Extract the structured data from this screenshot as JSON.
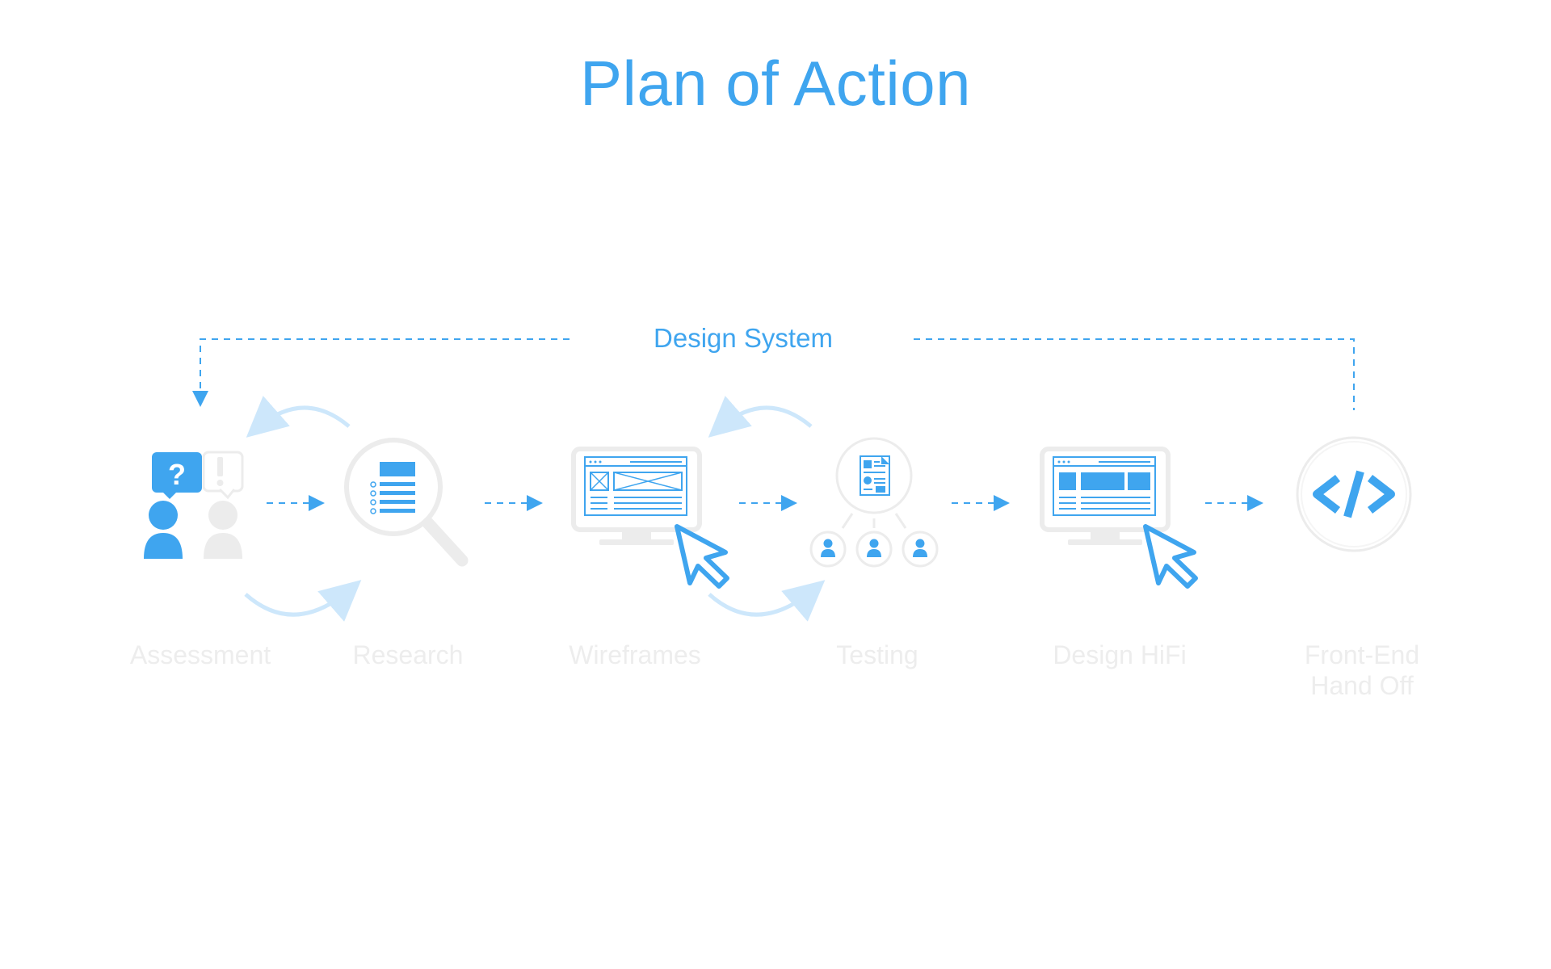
{
  "title": "Plan of Action",
  "loop_label": "Design System",
  "steps": [
    {
      "label": "Assessment",
      "icon": "people-question-icon"
    },
    {
      "label": "Research",
      "icon": "magnifier-document-icon"
    },
    {
      "label": "Wireframes",
      "icon": "monitor-wireframe-icon"
    },
    {
      "label": "Testing",
      "icon": "user-testing-icon"
    },
    {
      "label": "Design HiFi",
      "icon": "monitor-hifi-icon"
    },
    {
      "label": "Front-End Hand Off",
      "label_line1": "Front-End",
      "label_line2": "Hand Off",
      "icon": "code-icon"
    }
  ],
  "colors": {
    "accent": "#3fa5ef",
    "light_accent": "#cde7fb",
    "gray": "#ececec",
    "label": "#ededed"
  }
}
